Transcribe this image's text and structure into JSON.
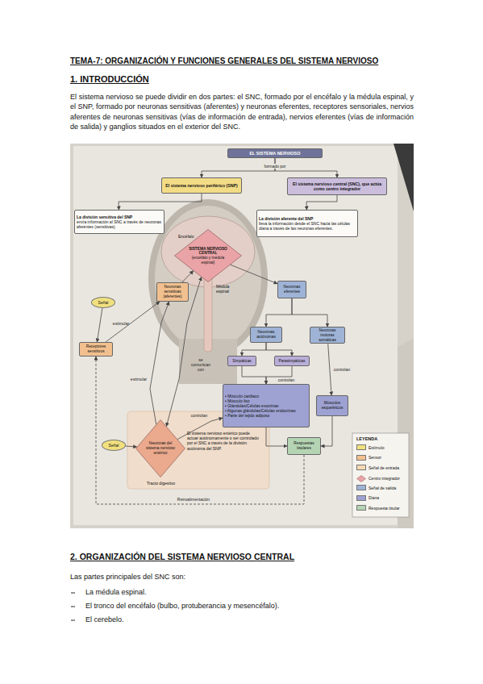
{
  "diagram": {
    "title": "TEMA-7: ORGANIZACIÓN Y FUNCIONES GENERALES DEL SISTEMA NERVIOSO",
    "nodes": [
      {
        "text": [
          "EL SISTEMA NERVIOSO"
        ]
      },
      {
        "text": [
          "El sistema nervioso periférico (SNP)"
        ]
      },
      {
        "text": [
          "El sistema nervioso central (SNC), que actúa como centro integrador"
        ]
      },
      {
        "text": [
          "La división sensitiva del SNP",
          "envía información al SNC a través de neuronas aferentes (sensitivas)."
        ]
      },
      {
        "text": [
          "La división aferente del SNP",
          "lleva la información desde el SNC hacia las células diana a través de las neuronas eferentes."
        ]
      },
      {
        "text": [
          "SISTEMA NERVIOSO CENTRAL",
          "(encéfalo y médula espinal)"
        ]
      },
      {
        "text": [
          "Señal"
        ]
      },
      {
        "text": [
          "Neuronas sensitivas (aferentes)"
        ]
      },
      {
        "text": [
          "Neuronas eferentes"
        ]
      },
      {
        "text": [
          "Receptores sensitivos"
        ]
      },
      {
        "text": [
          "Neuronas autónomas"
        ]
      },
      {
        "text": [
          "Neuronas motoras somáticas"
        ]
      },
      {
        "text": [
          "Simpáticas"
        ]
      },
      {
        "text": [
          "Parasimpáticas"
        ]
      },
      {
        "text": [
          "• Músculo cardiaco",
          "• Músculo liso",
          "• Glándulas/Células exocrinas",
          "• Algunas glándulas/Células endocrinas",
          "• Parte del tejido adiposo"
        ]
      },
      {
        "text": [
          "Músculos esqueléticos"
        ]
      },
      {
        "text": [
          "Señal"
        ]
      },
      {
        "text": [
          "Neuronas del sistema nervioso entérico"
        ]
      },
      {
        "text": [
          "Respuestas tisulares"
        ]
      }
    ],
    "edges": [
      {
        "from": 0,
        "to": 1,
        "arrow": "to",
        "label": "formado por"
      },
      {
        "from": 0,
        "to": 2,
        "arrow": "to"
      },
      {
        "from": 1,
        "to": 3,
        "arrow": "to"
      },
      {
        "from": 2,
        "to": 4,
        "arrow": "to"
      },
      {
        "from": 6,
        "to": 9,
        "arrow": "to"
      },
      {
        "from": 9,
        "to": 7,
        "arrow": "to",
        "label": "estimular"
      },
      {
        "from": 7,
        "to": 5,
        "arrow": "to"
      },
      {
        "from": 5,
        "to": 8,
        "arrow": "to"
      },
      {
        "from": 8,
        "to": 10,
        "arrow": "to"
      },
      {
        "from": 8,
        "to": 11,
        "arrow": "to"
      },
      {
        "from": 10,
        "to": 12,
        "arrow": "to"
      },
      {
        "from": 10,
        "to": 13,
        "arrow": "to"
      },
      {
        "from": 12,
        "to": 14,
        "arrow": "to",
        "label": "controlan"
      },
      {
        "from": 13,
        "to": 14,
        "arrow": "to"
      },
      {
        "from": 11,
        "to": 15,
        "arrow": "to",
        "label": "controlan"
      },
      {
        "from": 14,
        "to": 18,
        "arrow": "to"
      },
      {
        "from": 15,
        "to": 18,
        "arrow": "to"
      },
      {
        "from": 16,
        "to": 17,
        "arrow": "to"
      },
      {
        "from": 5,
        "to": 17,
        "arrow": "both",
        "label": "se comunican con"
      },
      {
        "from": 17,
        "to": 7,
        "arrow": "to",
        "label": "estimular"
      },
      {
        "from": 17,
        "to": 14,
        "arrow": "to",
        "label": "controlan"
      },
      {
        "from": 18,
        "to": 9,
        "arrow": "to",
        "label": "Retroalimentación"
      }
    ],
    "labels": [
      "1. INTRODUCCIÓN",
      "El sistema nervioso se puede dividir en dos partes: el SNC, formado por el encéfalo y la médula espinal, y el SNP, formado por neuronas sensitivas (aferentes) y neuronas eferentes, receptores sensoriales, nervios aferentes de neuronas sensitivas (vías de información de entrada), nervios eferentes (vías de información de salida) y ganglios situados en el exterior del SNC.",
      "Encéfalo",
      "Médula espinal",
      "El sistema nervioso entérico puede actuar autónomamente o ser controlado por el SNC a través de la división autónoma del SNP.",
      "Tracto digestivo",
      "LEYENDA",
      "2. ORGANIZACIÓN DEL SISTEMA NERVIOSO CENTRAL",
      "Las partes principales del SNC son:",
      "La médula espinal.",
      "El tronco del encéfalo (bulbo, protuberancia y mesencéfalo).",
      "El cerebelo."
    ],
    "legend": [
      {
        "text": "Estímulo",
        "color": "#f1e07e"
      },
      {
        "text": "Sensor",
        "color": "#f2c08f"
      },
      {
        "text": "Señal de entrada",
        "color": "#f6d9b4"
      },
      {
        "text": "Centro integrador"
      },
      {
        "text": "Señal de salida",
        "color": "#9fb3d6"
      },
      {
        "text": "Diana",
        "color": "#9ea2d2"
      },
      {
        "text": "Respuesta tisular",
        "color": "#b5d4b3"
      }
    ]
  }
}
